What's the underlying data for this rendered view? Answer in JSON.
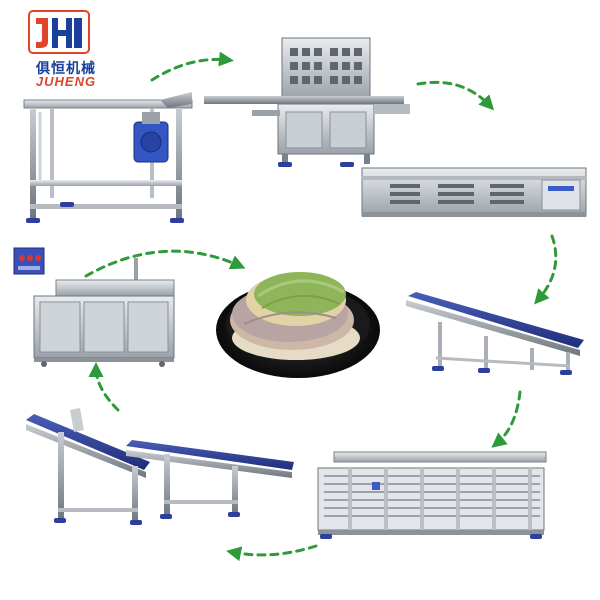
{
  "logo": {
    "chinese_name": "俱恒机械",
    "english_name": "JUHENG",
    "primary_color": "#1a3f9c",
    "accent_color": "#e0452b"
  },
  "diagram": {
    "flow_direction": "clockwise",
    "arrow_color": "#2e9a3a",
    "steps": [
      {
        "name": "dough-feeding-machine"
      },
      {
        "name": "dough-pressing-machine"
      },
      {
        "name": "baking-oven"
      },
      {
        "name": "inclined-conveyor"
      },
      {
        "name": "multi-layer-cooling-conveyor"
      },
      {
        "name": "double-inclined-conveyor"
      },
      {
        "name": "packing-table"
      }
    ],
    "center_product": "tortillas-on-plate"
  }
}
